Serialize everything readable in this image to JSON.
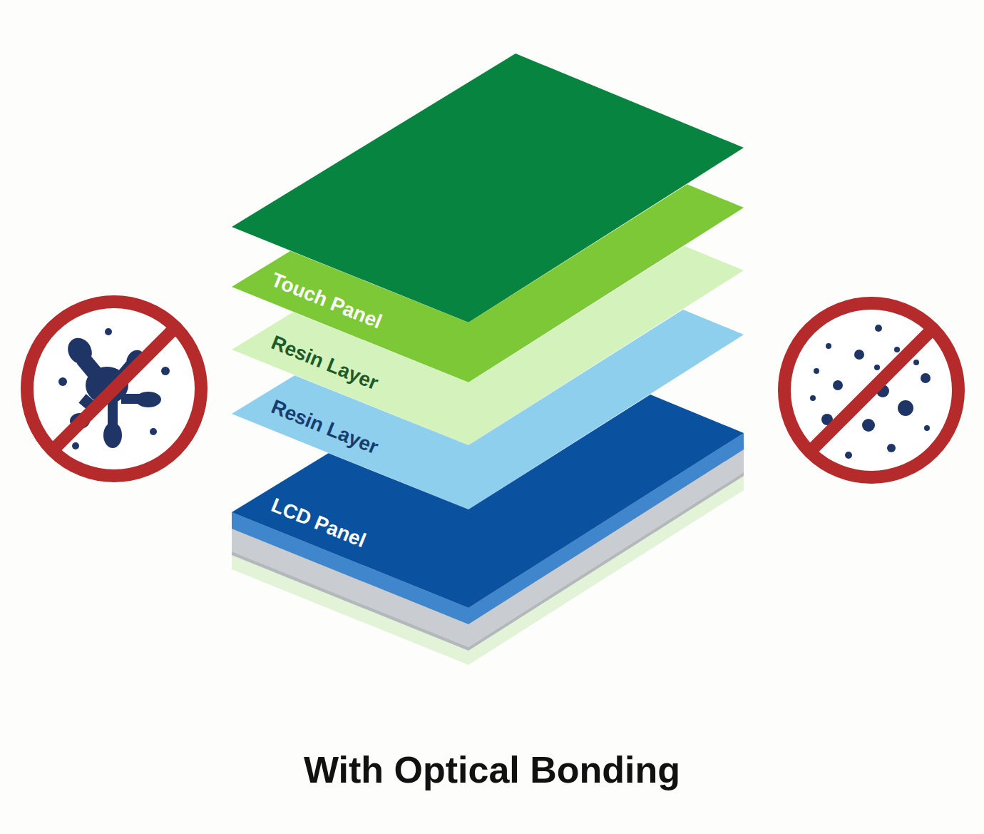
{
  "diagram": {
    "caption": "With Optical Bonding",
    "nodes": [
      {
        "text": [
          "Touch Panel"
        ]
      },
      {
        "text": [
          "Resin Layer"
        ]
      },
      {
        "text": [
          "Resin Layer"
        ]
      },
      {
        "text": [
          "LCD Panel"
        ]
      }
    ]
  }
}
